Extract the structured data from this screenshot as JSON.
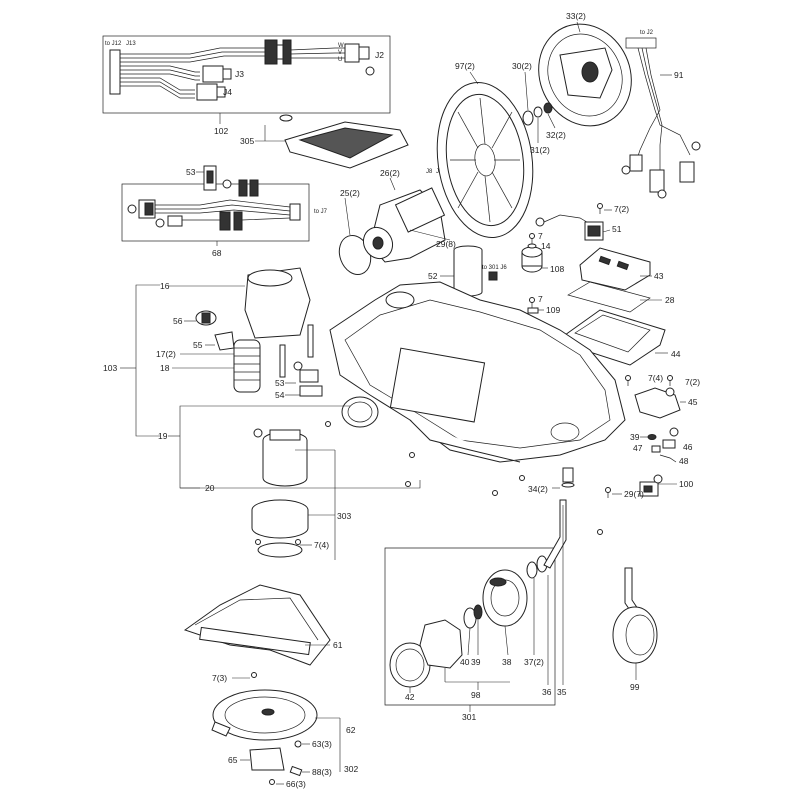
{
  "labels": {
    "l97": "97(2)",
    "l33": "33(2)",
    "l30": "30(2)",
    "l32": "32(2)",
    "l31": "31(2)",
    "l91": "91",
    "ltoj2": "to J2",
    "l102": "102",
    "l305": "305",
    "ltoj12": "to J12",
    "lj13": "J13",
    "lj2": "J2",
    "lj3": "J3",
    "lj4": "J4",
    "l53": "53",
    "l68": "68",
    "ltoj7": "to J7",
    "l25": "25(2)",
    "l26": "26(2)",
    "lj8": "J8",
    "lj9": "J9",
    "l29a": "29(8)",
    "l52": "52",
    "ltoj6": "to 301 J6",
    "l108": "108",
    "l7a": "7",
    "l14": "14",
    "l72a": "7(2)",
    "l51": "51",
    "l43": "43",
    "l28": "28",
    "l44": "44",
    "l7b": "7",
    "l109": "109",
    "l16": "16",
    "l56": "56",
    "l55": "55",
    "l17": "17(2)",
    "l18": "18",
    "l103": "103",
    "l53b": "53",
    "l54": "54",
    "l19": "19",
    "l74": "7(4)",
    "l72b": "7(2)",
    "l45": "45",
    "l39a": "39",
    "l46": "46",
    "l47": "47",
    "l48": "48",
    "l100": "100",
    "l34": "34(2)",
    "l29b": "29(7)",
    "l20": "20",
    "l303": "303",
    "l74b": "7(4)",
    "l61": "61",
    "l73": "7(3)",
    "l62": "62",
    "l63": "63(3)",
    "l65": "65",
    "l66": "66(3)",
    "l88": "88(3)",
    "l302": "302",
    "l42": "42",
    "l40": "40",
    "l39b": "39",
    "l38": "38",
    "l37": "37(2)",
    "l36": "36",
    "l35": "35",
    "l98": "98",
    "l301": "301",
    "l99": "99"
  },
  "connector_pins": {
    "u": "U",
    "v": "V",
    "w": "W"
  }
}
